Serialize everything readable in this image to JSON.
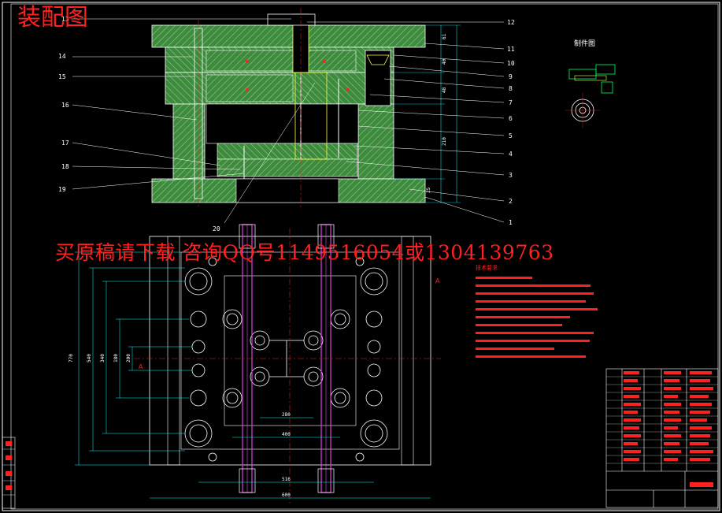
{
  "title": "装配图",
  "watermark": "买原稿请下载 咨询QQ号1149516054或1304139763",
  "part_drawing_title": "制件图",
  "section_marker": "A",
  "part_numbers_left": [
    "13",
    "14",
    "15",
    "16",
    "17",
    "18",
    "19"
  ],
  "part_numbers_right": [
    "12",
    "11",
    "10",
    "9",
    "8",
    "7",
    "6",
    "5",
    "4",
    "3",
    "2",
    "1"
  ],
  "part_number_bottom": "20",
  "dimensions": [
    "280",
    "400",
    "516",
    "600",
    "770",
    "540",
    "340",
    "180",
    "200",
    "61",
    "40",
    "48",
    "210",
    "25"
  ],
  "tech_notes_title": "技术要求:",
  "colors": {
    "background": "#000000",
    "outline": "#ffffff",
    "hatch": "#6fd36f",
    "dimension": "#00ffff",
    "annotation": "#ff2020",
    "cooling": "#e040e0",
    "highlight": "#ffff40"
  }
}
